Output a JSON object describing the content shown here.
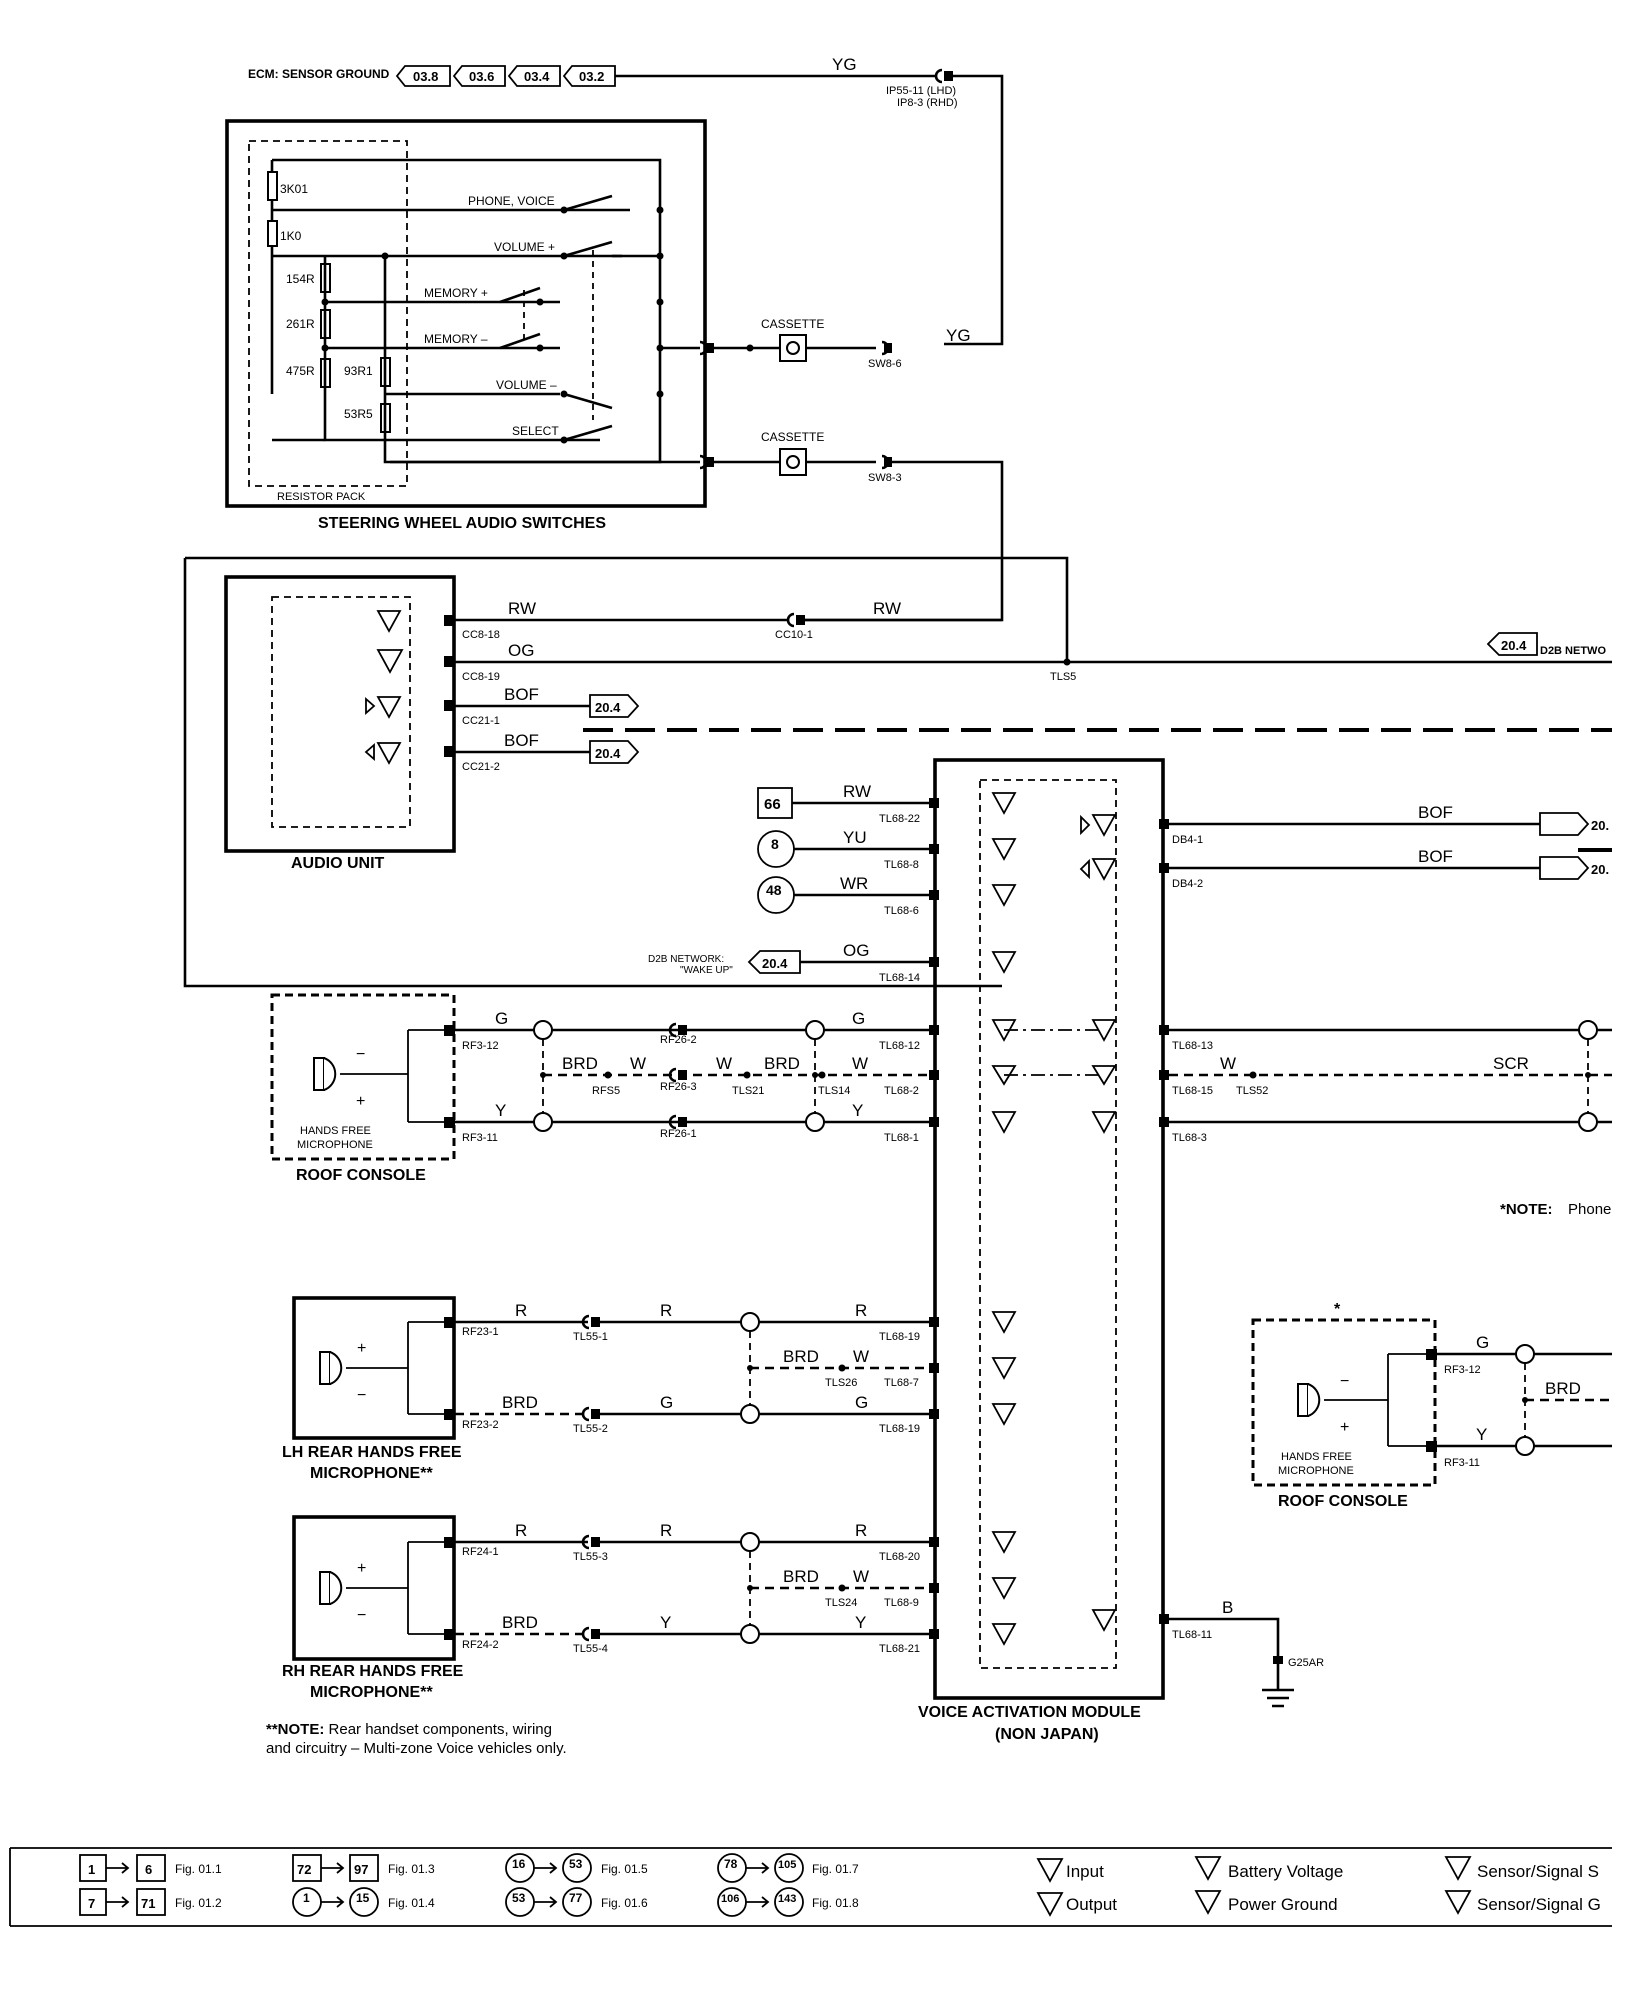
{
  "top": {
    "ecm_label": "ECM: SENSOR GROUND",
    "ecm_refs": [
      "03.8",
      "03.6",
      "03.4",
      "03.2"
    ],
    "wire_yg": "YG",
    "ip_connector": "IP55-11 (LHD)",
    "ip_connector_rhd": "IP8-3 (RHD)"
  },
  "steering": {
    "title": "STEERING WHEEL AUDIO SWITCHES",
    "resistor_pack": "RESISTOR PACK",
    "resistors": [
      "3K01",
      "1K0",
      "154R",
      "261R",
      "475R",
      "93R1",
      "53R5"
    ],
    "switches": [
      "PHONE, VOICE",
      "VOLUME +",
      "MEMORY +",
      "MEMORY –",
      "VOLUME –",
      "SELECT"
    ],
    "cassette_label": "CASSETTE",
    "sw_pins": [
      "SW8-6",
      "SW8-3"
    ]
  },
  "audio_unit": {
    "title": "AUDIO UNIT",
    "pins": [
      "CC8-18",
      "CC8-19",
      "CC21-1",
      "CC21-2"
    ],
    "wires": [
      "RW",
      "OG",
      "BOF",
      "BOF"
    ],
    "cc10": "CC10-1",
    "tls5": "TLS5",
    "ref_20_4": "20.4",
    "d2b_net": "D2B NETWO"
  },
  "vam": {
    "title_line1": "VOICE ACTIVATION MODULE",
    "title_line2": "(NON JAPAN)",
    "left_pins": [
      "TL68-22",
      "TL68-8",
      "TL68-6",
      "TL68-14",
      "TL68-12",
      "TL68-2",
      "TL68-1",
      "TL68-19",
      "TL68-7",
      "TL68-19",
      "TL68-20",
      "TL68-9",
      "TL68-21"
    ],
    "right_pins": [
      "DB4-1",
      "DB4-2",
      "TL68-13",
      "TL68-15",
      "TL68-3",
      "TL68-11"
    ],
    "left_wires": [
      "RW",
      "YU",
      "WR",
      "OG"
    ],
    "circle_refs": [
      "66",
      "8",
      "48"
    ],
    "d2b_wakeup": "D2B NETWORK:",
    "d2b_wakeup2": "\"WAKE UP\"",
    "bof": "BOF",
    "ref_right": "20.",
    "wire_w": "W",
    "wire_scr": "SCR",
    "tls52": "TLS52",
    "wire_b": "B",
    "ground": "G25AR"
  },
  "roof1": {
    "title": "ROOF CONSOLE",
    "mic": "HANDS FREE",
    "mic2": "MICROPHONE",
    "pins": [
      "RF3-12",
      "RF3-11"
    ],
    "splices": [
      "RF26-2",
      "RF26-3",
      "RF26-1",
      "RFS5",
      "TLS21",
      "TLS14"
    ],
    "wires": [
      "G",
      "BRD",
      "W",
      "W",
      "BRD",
      "W",
      "Y",
      "G",
      "Y"
    ]
  },
  "lh_rear": {
    "title1": "LH REAR HANDS FREE",
    "title2": "MICROPHONE**",
    "pins": [
      "RF23-1",
      "RF23-2",
      "TL55-1",
      "TL55-2",
      "TLS26"
    ],
    "wires": [
      "R",
      "R",
      "R",
      "BRD",
      "W",
      "BRD",
      "G",
      "G"
    ]
  },
  "rh_rear": {
    "title1": "RH REAR HANDS FREE",
    "title2": "MICROPHONE**",
    "pins": [
      "RF24-1",
      "RF24-2",
      "TL55-3",
      "TL55-4",
      "TLS24"
    ],
    "wires": [
      "R",
      "R",
      "R",
      "BRD",
      "W",
      "BRD",
      "Y",
      "Y"
    ]
  },
  "roof2": {
    "title": "ROOF CONSOLE",
    "mic": "HANDS FREE",
    "mic2": "MICROPHONE",
    "pins": [
      "RF3-12",
      "RF3-11"
    ],
    "wires": [
      "G",
      "BRD",
      "Y"
    ],
    "star": "*"
  },
  "notes": {
    "phone_note_bold": "*NOTE:",
    "phone_note": "Phone",
    "rear_note_bold": "**NOTE:",
    "rear_note_1": "Rear handset components, wiring",
    "rear_note_2": "and circuitry – Multi-zone Voice vehicles only."
  },
  "legend": {
    "fig_refs": [
      {
        "a": "1",
        "b": "6",
        "fig": "Fig. 01.1"
      },
      {
        "a": "7",
        "b": "71",
        "fig": "Fig. 01.2"
      },
      {
        "a": "72",
        "b": "97",
        "fig": "Fig. 01.3"
      },
      {
        "a": "1",
        "b": "15",
        "fig": "Fig. 01.4"
      },
      {
        "a": "16",
        "b": "53",
        "fig": "Fig. 01.5"
      },
      {
        "a": "53",
        "b": "77",
        "fig": "Fig. 01.6"
      },
      {
        "a": "78",
        "b": "105",
        "fig": "Fig. 01.7"
      },
      {
        "a": "106",
        "b": "143",
        "fig": "Fig. 01.8"
      }
    ],
    "symbols": [
      "Input",
      "Output",
      "Battery Voltage",
      "Power Ground",
      "Sensor/Signal S",
      "Sensor/Signal G"
    ]
  }
}
